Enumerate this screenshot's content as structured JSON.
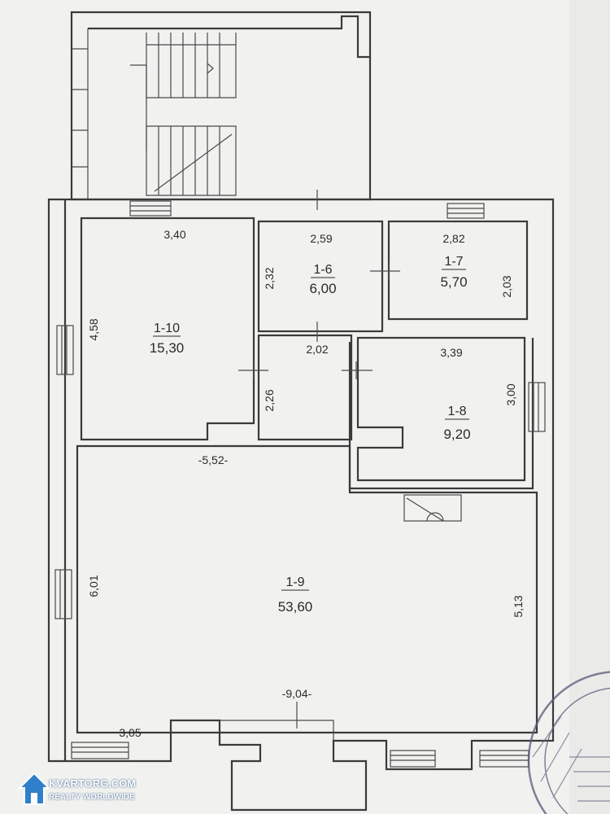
{
  "rooms": [
    {
      "id": "1-10",
      "area": "15,30"
    },
    {
      "id": "1-6",
      "area": "6,00"
    },
    {
      "id": "1-7",
      "area": "5,70"
    },
    {
      "id": "1-8",
      "area": "9,20"
    },
    {
      "id": "1-9",
      "area": "53,60"
    }
  ],
  "dimensions": {
    "room10_width": "3,40",
    "room10_height": "4,58",
    "room6_width": "2,59",
    "room6_height": "2,32",
    "room7_width": "2,82",
    "room7_height": "2,03",
    "corridor_width": "2,02",
    "corridor_height": "2,26",
    "room8_width": "3,39",
    "room8_height": "3,00",
    "hall_top_width": "-5,52-",
    "hall_left_height": "6,01",
    "hall_right_height": "5,13",
    "hall_bottom_width": "-9,04-",
    "hall_bottom_segment": "3,05"
  },
  "watermark": {
    "brand": "KVARTORG.COM",
    "tagline": "REALTY WORLDWIDE",
    "icon": "house-icon"
  },
  "stamp": {
    "icon": "official-seal-icon",
    "color": "#5a5a7a"
  }
}
